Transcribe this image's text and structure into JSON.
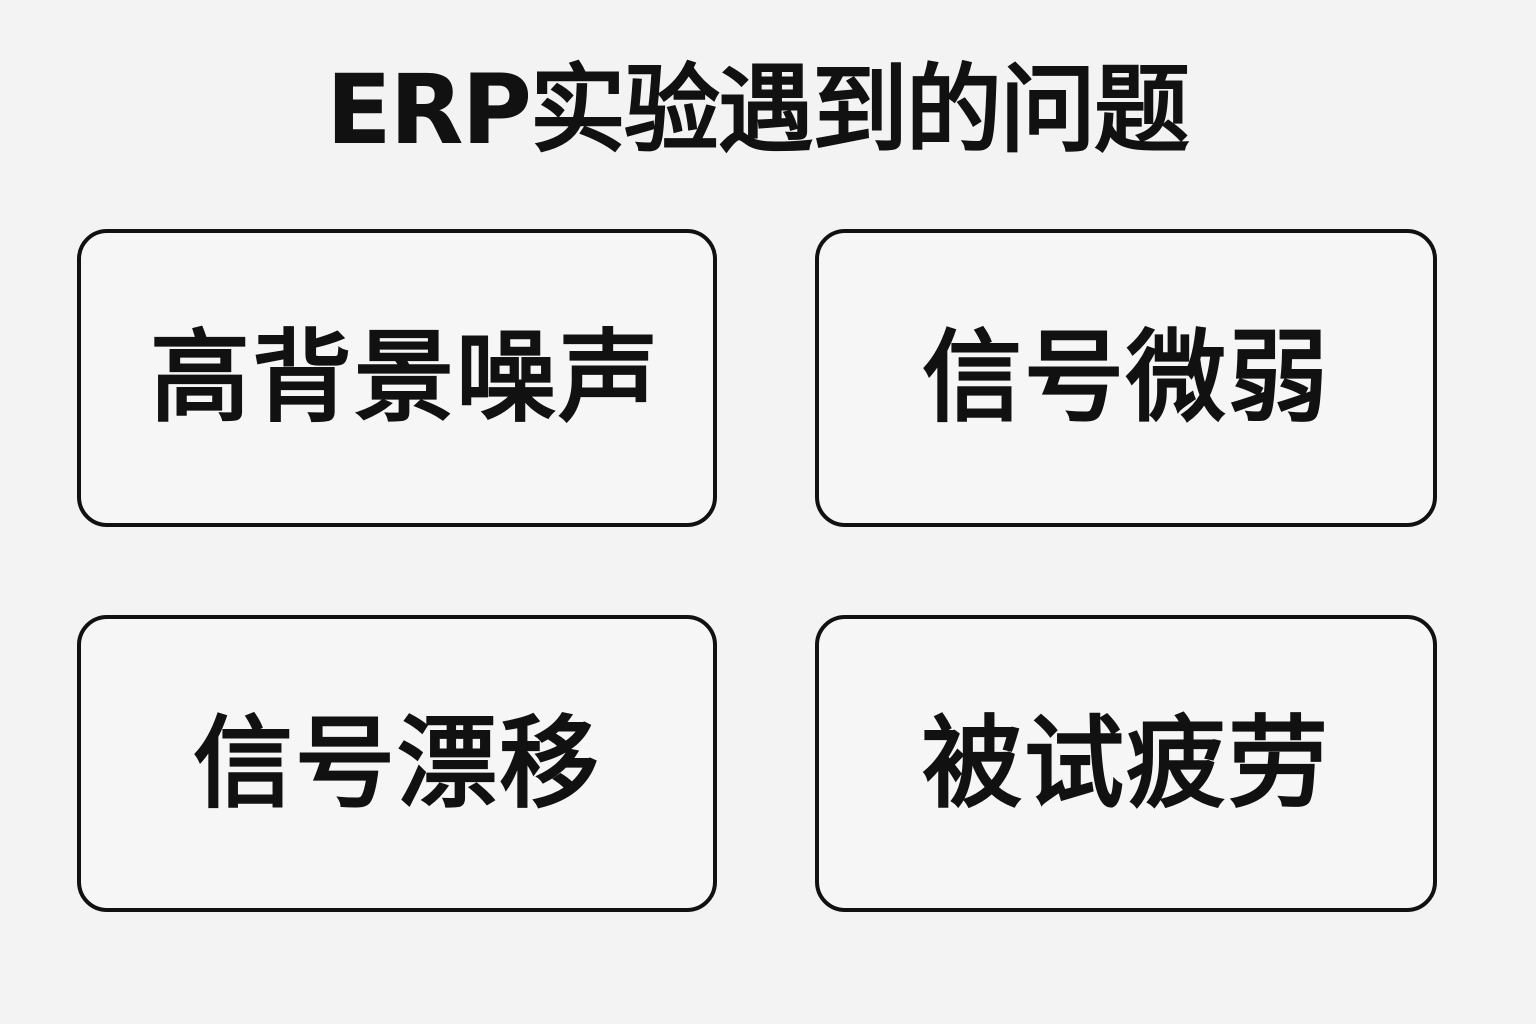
{
  "title": "ERP实验遇到的问题",
  "problems": [
    {
      "label": "高背景噪声"
    },
    {
      "label": "信号微弱"
    },
    {
      "label": "信号漂移"
    },
    {
      "label": "被试疲劳"
    }
  ]
}
